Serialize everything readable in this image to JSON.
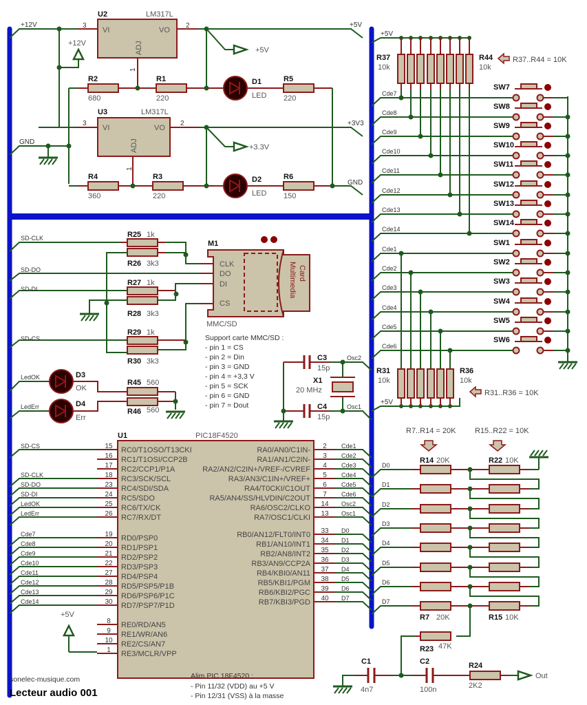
{
  "title": "Lecteur audio 001",
  "site": "sonelec-musique.com",
  "colors": {
    "wire": "#1e5a1e",
    "pin": "#8b1a1a",
    "bus": "#0a14c8",
    "body": "#cbc3aa",
    "led": "#8b0000"
  },
  "power": {
    "u2": {
      "ref": "U2",
      "part": "LM317L",
      "pin_in": "3",
      "pin_out": "2",
      "pin_adj": "1",
      "vi": "VI",
      "vo": "VO",
      "adj": "ADJ"
    },
    "u3": {
      "ref": "U3",
      "part": "LM317L",
      "pin_in": "3",
      "pin_out": "2",
      "pin_adj": "1",
      "vi": "VI",
      "vo": "VO",
      "adj": "ADJ"
    },
    "net_12v": "+12V",
    "net_5v": "+5V",
    "net_3v3": "+3V3",
    "net_gnd": "GND",
    "term_12v": "+12V",
    "term_5v": "+5V",
    "term_3v3": "+3.3V",
    "r2": {
      "ref": "R2",
      "val": "680"
    },
    "r1": {
      "ref": "R1",
      "val": "220"
    },
    "d1": {
      "ref": "D1",
      "val": "LED"
    },
    "r5": {
      "ref": "R5",
      "val": "220"
    },
    "r4": {
      "ref": "R4",
      "val": "360"
    },
    "r3": {
      "ref": "R3",
      "val": "220"
    },
    "d2": {
      "ref": "D2",
      "val": "LED"
    },
    "r6": {
      "ref": "R6",
      "val": "150"
    }
  },
  "sd": {
    "nets": [
      "SD-CLK",
      "SD-DO",
      "SD-DI",
      "SD-CS"
    ],
    "r25": {
      "ref": "R25",
      "val": "1k"
    },
    "r26": {
      "ref": "R26",
      "val": "3k3"
    },
    "r27": {
      "ref": "R27",
      "val": "1k"
    },
    "r28": {
      "ref": "R28",
      "val": "3k3"
    },
    "r29": {
      "ref": "R29",
      "val": "1k"
    },
    "r30": {
      "ref": "R30",
      "val": "3k3"
    },
    "m1": {
      "ref": "M1",
      "part": "MMC/SD",
      "pins": [
        "CLK",
        "DO",
        "DI",
        "CS"
      ],
      "label1": "Card",
      "label2": "Multimedia"
    },
    "note_title": "Support carte MMC/SD :",
    "note_lines": [
      "- pin 1 = CS",
      "- pin 2 = Din",
      "- pin 3 = GND",
      "- pin 4 = +3,3 V",
      "- pin 5 = SCK",
      "- pin 6 = GND",
      "- pin 7 = Dout"
    ]
  },
  "leds": {
    "nets": [
      "LedOK",
      "LedErr"
    ],
    "d3": {
      "ref": "D3",
      "val": "OK"
    },
    "d4": {
      "ref": "D4",
      "val": "Err"
    },
    "r45": {
      "ref": "R45",
      "val": "560"
    },
    "r46": {
      "ref": "R46",
      "val": "560"
    }
  },
  "osc": {
    "c3": {
      "ref": "C3",
      "val": "15p"
    },
    "c4": {
      "ref": "C4",
      "val": "15p"
    },
    "x1": {
      "ref": "X1",
      "val": "20 MHz"
    },
    "nets": [
      "Osc2",
      "Osc1"
    ]
  },
  "mcu": {
    "ref": "U1",
    "part": "PIC18F4520",
    "left": [
      {
        "net": "SD-CS",
        "pin": "15",
        "name": "RC0/T1OSO/T13CKI"
      },
      {
        "net": "",
        "pin": "16",
        "name": "RC1/T1OSI/CCP2B"
      },
      {
        "net": "",
        "pin": "17",
        "name": "RC2/CCP1/P1A"
      },
      {
        "net": "SD-CLK",
        "pin": "18",
        "name": "RC3/SCK/SCL"
      },
      {
        "net": "SD-DO",
        "pin": "23",
        "name": "RC4/SDI/SDA"
      },
      {
        "net": "SD-DI",
        "pin": "24",
        "name": "RC5/SDO"
      },
      {
        "net": "LedOK",
        "pin": "25",
        "name": "RC6/TX/CK"
      },
      {
        "net": "LedErr",
        "pin": "26",
        "name": "RC7/RX/DT"
      },
      {
        "net": "Cde7",
        "pin": "19",
        "name": "RD0/PSP0"
      },
      {
        "net": "Cde8",
        "pin": "20",
        "name": "RD1/PSP1"
      },
      {
        "net": "Cde9",
        "pin": "21",
        "name": "RD2/PSP2"
      },
      {
        "net": "Cde10",
        "pin": "22",
        "name": "RD3/PSP3"
      },
      {
        "net": "Cde11",
        "pin": "27",
        "name": "RD4/PSP4"
      },
      {
        "net": "Cde12",
        "pin": "28",
        "name": "RD5/PSP5/P1B"
      },
      {
        "net": "Cde13",
        "pin": "29",
        "name": "RD6/PSP6/P1C"
      },
      {
        "net": "Cde14",
        "pin": "30",
        "name": "RD7/PSP7/P1D"
      },
      {
        "net": "",
        "pin": "8",
        "name": "RE0/RD/AN5"
      },
      {
        "net": "",
        "pin": "9",
        "name": "RE1/WR/AN6"
      },
      {
        "net": "",
        "pin": "10",
        "name": "RE2/CS/AN7"
      },
      {
        "net": "",
        "pin": "1",
        "name": "RE3/MCLR/VPP"
      }
    ],
    "right": [
      {
        "net": "Cde1",
        "pin": "2",
        "name": "RA0/AN0/C1IN-"
      },
      {
        "net": "Cde2",
        "pin": "3",
        "name": "RA1/AN1/C2IN-"
      },
      {
        "net": "Cde3",
        "pin": "4",
        "name": "RA2/AN2/C2IN+/VREF-/CVREF"
      },
      {
        "net": "Cde4",
        "pin": "5",
        "name": "RA3/AN3/C1IN+/VREF+"
      },
      {
        "net": "Cde5",
        "pin": "6",
        "name": "RA4/T0CKI/C1OUT"
      },
      {
        "net": "Cde6",
        "pin": "7",
        "name": "RA5/AN4/SS/HLVDIN/C2OUT"
      },
      {
        "net": "Osc2",
        "pin": "14",
        "name": "RA6/OSC2/CLKO"
      },
      {
        "net": "Osc1",
        "pin": "13",
        "name": "RA7/OSC1/CLKI"
      },
      {
        "net": "D0",
        "pin": "33",
        "name": "RB0/AN12/FLT0/INT0"
      },
      {
        "net": "D1",
        "pin": "34",
        "name": "RB1/AN10/INT1"
      },
      {
        "net": "D2",
        "pin": "35",
        "name": "RB2/AN8/INT2"
      },
      {
        "net": "D3",
        "pin": "36",
        "name": "RB3/AN9/CCP2A"
      },
      {
        "net": "D4",
        "pin": "37",
        "name": "RB4/KBI0/AN11"
      },
      {
        "net": "D5",
        "pin": "38",
        "name": "RB5/KBI1/PGM"
      },
      {
        "net": "D6",
        "pin": "39",
        "name": "RB6/KBI2/PGC"
      },
      {
        "net": "D7",
        "pin": "40",
        "name": "RB7/KBI3/PGD"
      }
    ],
    "mclr_net": "+5V",
    "note_title": "Alim PIC 18F4520 :",
    "note_lines": [
      "- Pin 11/32 (VDD) au +5 V",
      "- Pin 12/31 (VSS) à la masse"
    ]
  },
  "keys": {
    "net_top": "+5V",
    "r37": {
      "ref": "R37",
      "val": "10k"
    },
    "r44": {
      "ref": "R44",
      "val": "10k"
    },
    "note_top": "R37..R44 = 10K",
    "rows": [
      {
        "net": "Cde7",
        "sw": "SW7"
      },
      {
        "net": "Cde8",
        "sw": "SW8"
      },
      {
        "net": "Cde9",
        "sw": "SW9"
      },
      {
        "net": "Cde10",
        "sw": "SW10"
      },
      {
        "net": "Cde11",
        "sw": "SW11"
      },
      {
        "net": "Cde12",
        "sw": "SW12"
      },
      {
        "net": "Cde13",
        "sw": "SW13"
      },
      {
        "net": "Cde14",
        "sw": "SW14"
      },
      {
        "net": "Cde1",
        "sw": "SW1"
      },
      {
        "net": "Cde2",
        "sw": "SW2"
      },
      {
        "net": "Cde3",
        "sw": "SW3"
      },
      {
        "net": "Cde4",
        "sw": "SW4"
      },
      {
        "net": "Cde5",
        "sw": "SW5"
      },
      {
        "net": "Cde6",
        "sw": "SW6"
      }
    ],
    "r31": {
      "ref": "R31",
      "val": "10k"
    },
    "r36": {
      "ref": "R36",
      "val": "10k"
    },
    "note_bottom": "R31..R36 = 10K",
    "net_bottom": "+5V"
  },
  "dac": {
    "note_a": "R7..R14 = 20K",
    "note_b": "R15..R22 = 10K",
    "nets": [
      "D0",
      "D1",
      "D2",
      "D3",
      "D4",
      "D5",
      "D6",
      "D7"
    ],
    "r14": {
      "ref": "R14",
      "val": "20K"
    },
    "r22": {
      "ref": "R22",
      "val": "10K"
    },
    "r7": {
      "ref": "R7",
      "val": "20K"
    },
    "r15": {
      "ref": "R15",
      "val": "10K"
    },
    "r23": {
      "ref": "R23",
      "val": "47K"
    },
    "c1": {
      "ref": "C1",
      "val": "4n7"
    },
    "c2": {
      "ref": "C2",
      "val": "100n"
    },
    "r24": {
      "ref": "R24",
      "val": "2K2"
    },
    "out": "Out"
  }
}
